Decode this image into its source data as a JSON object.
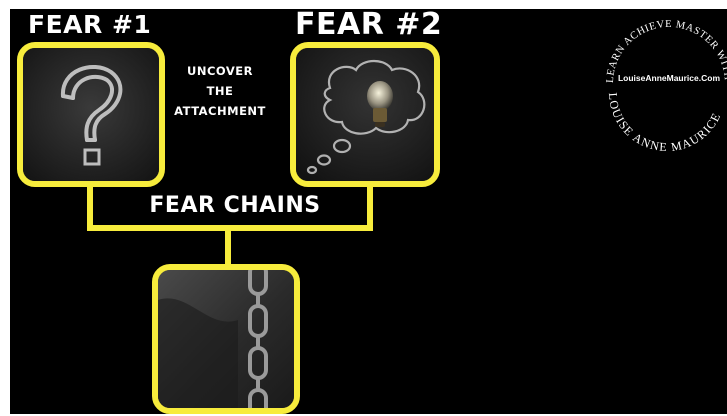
{
  "labels": {
    "fear1": "FEAR #1",
    "fear2": "FEAR #2",
    "uncover_line1": "UNCOVER",
    "uncover_line2": "THE",
    "uncover_line3": "ATTACHMENT",
    "fear_chains": "FEAR CHAINS"
  },
  "logo": {
    "arc_top": "LEARN ACHIEVE MASTER WITH",
    "url": "LouiseAnneMaurice.Com",
    "arc_bottom": "LOUISE ANNE MAURICE"
  },
  "colors": {
    "background": "#000000",
    "frame_yellow": "#f7ec3c",
    "text": "#ffffff"
  },
  "icons": {
    "box1": "question-mark-chalk-icon",
    "box2": "thought-bubble-lightbulb-icon",
    "box3": "chain-icon"
  }
}
